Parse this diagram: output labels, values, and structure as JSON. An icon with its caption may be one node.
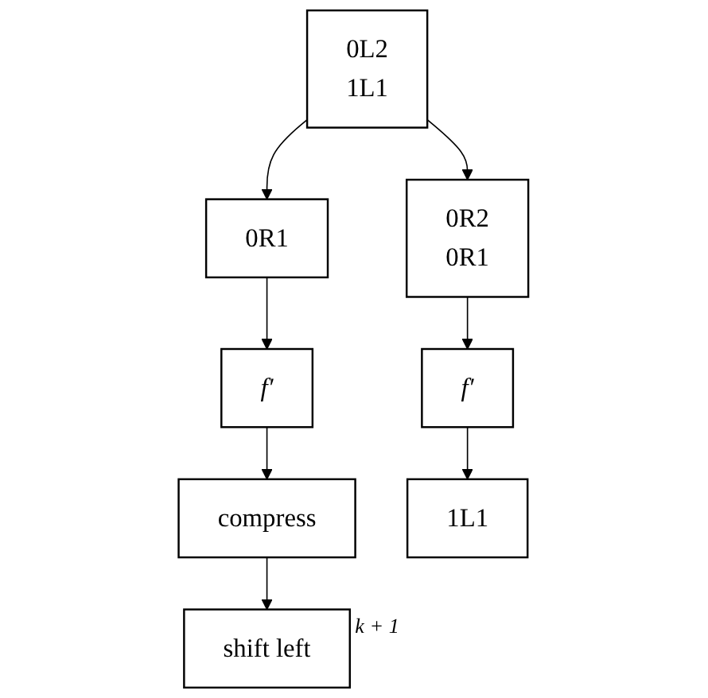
{
  "diagram": {
    "nodes": [
      {
        "text": [
          "0L2",
          "1L1"
        ]
      },
      {
        "text": [
          "0R1"
        ]
      },
      {
        "text": [
          "0R2",
          "0R1"
        ]
      },
      {
        "text": [
          "f′"
        ]
      },
      {
        "text": [
          "f′"
        ]
      },
      {
        "text": [
          "compress"
        ]
      },
      {
        "text": [
          "1L1"
        ]
      },
      {
        "text": [
          "shift left"
        ],
        "beside": [
          "k + 1"
        ]
      }
    ],
    "edges": [
      {
        "from": 0,
        "to": 1,
        "arrow": "to"
      },
      {
        "from": 0,
        "to": 2,
        "arrow": "to"
      },
      {
        "from": 1,
        "to": 3,
        "arrow": "to"
      },
      {
        "from": 2,
        "to": 4,
        "arrow": "to"
      },
      {
        "from": 3,
        "to": 5,
        "arrow": "to"
      },
      {
        "from": 4,
        "to": 6,
        "arrow": "to"
      },
      {
        "from": 5,
        "to": 7,
        "arrow": "to"
      }
    ]
  }
}
